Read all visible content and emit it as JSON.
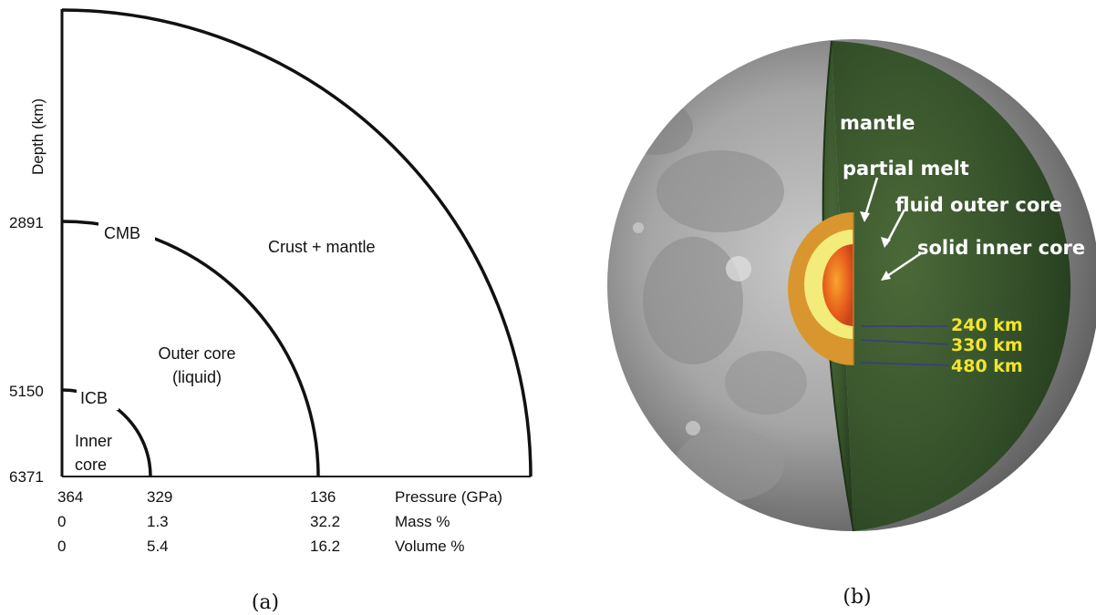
{
  "panel_a": {
    "axis_label": "Depth (km)",
    "depth_ticks": [
      "2891",
      "5150",
      "6371"
    ],
    "boundaries": {
      "cmb": "CMB",
      "icb": "ICB"
    },
    "regions": {
      "crust_mantle": "Crust + mantle",
      "outer_core_line1": "Outer core",
      "outer_core_line2": "(liquid)",
      "inner_core_line1": "Inner",
      "inner_core_line2": "core"
    },
    "table": {
      "pressure": {
        "values": [
          "364",
          "329",
          "136"
        ],
        "label": "Pressure (GPa)"
      },
      "mass": {
        "values": [
          "0",
          "1.3",
          "32.2"
        ],
        "label": "Mass %"
      },
      "volume": {
        "values": [
          "0",
          "5.4",
          "16.2"
        ],
        "label": "Volume %"
      }
    },
    "caption": "(a)"
  },
  "panel_b": {
    "labels": {
      "mantle": "mantle",
      "partial_melt": "partial melt",
      "fluid_outer_core": "fluid outer core",
      "solid_inner_core": "solid inner core"
    },
    "radii": [
      "240 km",
      "330 km",
      "480 km"
    ],
    "caption": "(b)"
  },
  "colors": {
    "mantle_green": "#2e4a23",
    "partial_melt": "#d9962f",
    "fluid_outer_core": "#f3ec7a",
    "inner_core": "#e8651f",
    "radius_label": "#f2e52a"
  }
}
